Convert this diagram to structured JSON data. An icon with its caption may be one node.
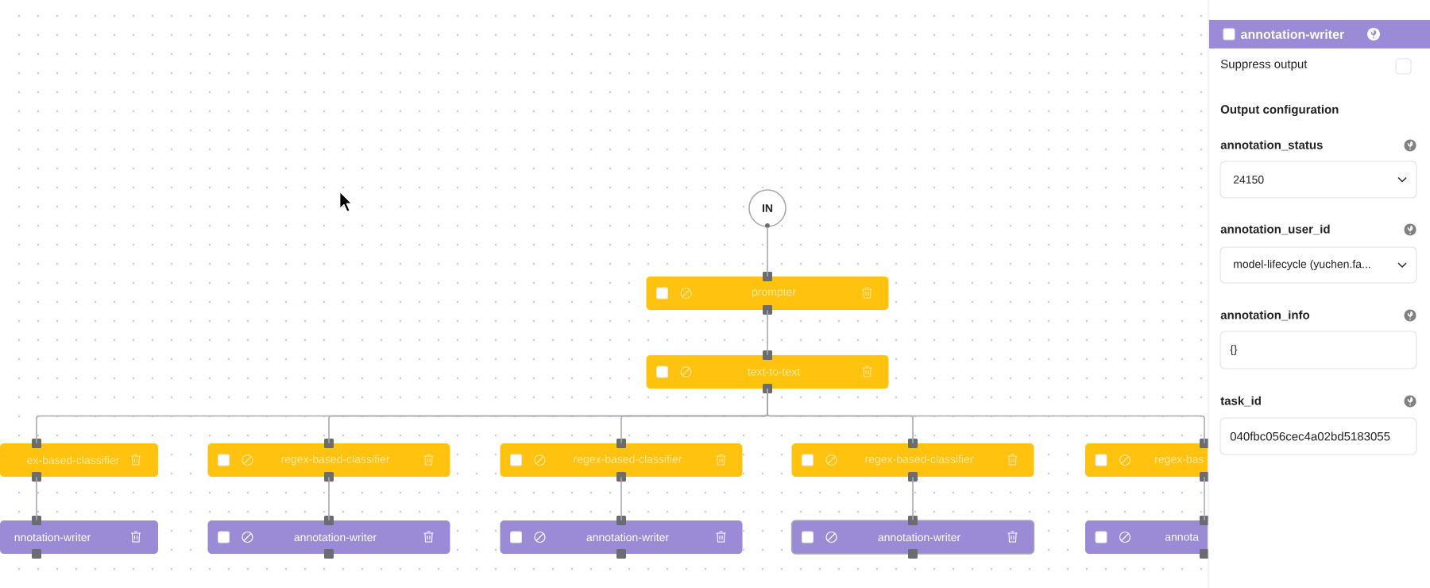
{
  "diagram": {
    "nodes": [
      {
        "text": [
          "IN"
        ]
      },
      {
        "text": [
          "prompter"
        ]
      },
      {
        "text": [
          "text-to-text"
        ]
      },
      {
        "text": [
          "ex-based-classifier"
        ]
      },
      {
        "text": [
          "regex-based-classifier"
        ]
      },
      {
        "text": [
          "regex-based-classifier"
        ]
      },
      {
        "text": [
          "regex-based-classifier"
        ]
      },
      {
        "text": [
          "regex-bas"
        ]
      },
      {
        "text": [
          "nnotation-writer"
        ]
      },
      {
        "text": [
          "annotation-writer"
        ]
      },
      {
        "text": [
          "annotation-writer"
        ]
      },
      {
        "text": [
          "annotation-writer"
        ]
      },
      {
        "text": [
          "annota"
        ]
      },
      {
        "text": [
          "annotation-writer"
        ]
      },
      {
        "text": [
          "annotation_status",
          "24150"
        ]
      },
      {
        "text": [
          "annotation_user_id",
          "model-lifecycle (yuchen.fa..."
        ]
      },
      {
        "text": [
          "annotation_info",
          "{}"
        ]
      },
      {
        "text": [
          "task_id",
          "040fbc056cec4a02bd5183055"
        ]
      }
    ],
    "edges": [
      {
        "from": 0,
        "to": 1,
        "arrow": "none"
      },
      {
        "from": 1,
        "to": 2,
        "arrow": "none"
      },
      {
        "from": 2,
        "to": 3,
        "arrow": "none"
      },
      {
        "from": 2,
        "to": 4,
        "arrow": "none"
      },
      {
        "from": 2,
        "to": 5,
        "arrow": "none"
      },
      {
        "from": 2,
        "to": 6,
        "arrow": "none"
      },
      {
        "from": 2,
        "to": 7,
        "arrow": "none"
      },
      {
        "from": 3,
        "to": 8,
        "arrow": "none"
      },
      {
        "from": 4,
        "to": 9,
        "arrow": "none"
      },
      {
        "from": 5,
        "to": 10,
        "arrow": "none"
      },
      {
        "from": 6,
        "to": 11,
        "arrow": "none"
      },
      {
        "from": 7,
        "to": 12,
        "arrow": "none"
      }
    ],
    "labels": [
      "Suppress output",
      "Output configuration"
    ]
  }
}
